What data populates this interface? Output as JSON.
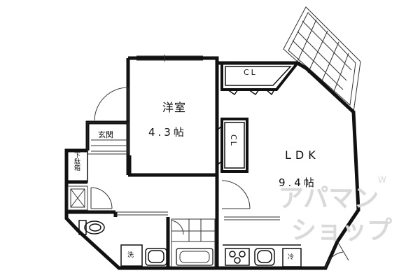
{
  "rooms": {
    "western_room": {
      "name": "洋室",
      "size": "4.3帖"
    },
    "ldk": {
      "name": "LDK",
      "size": "9.4帖"
    },
    "closet_top": {
      "name": "CL"
    },
    "closet_mid": {
      "name": "CL"
    },
    "entrance": {
      "name": "玄関"
    },
    "shoe_box": {
      "name": "下駄箱"
    }
  },
  "fixtures": {
    "washer": "洗",
    "fridge": "冷"
  },
  "watermark": {
    "line1": "アパマン",
    "line2": "ショップ",
    "badge": "W"
  },
  "colors": {
    "wall": "#111111",
    "line": "#333333",
    "watermark": "#d9d9d9"
  }
}
